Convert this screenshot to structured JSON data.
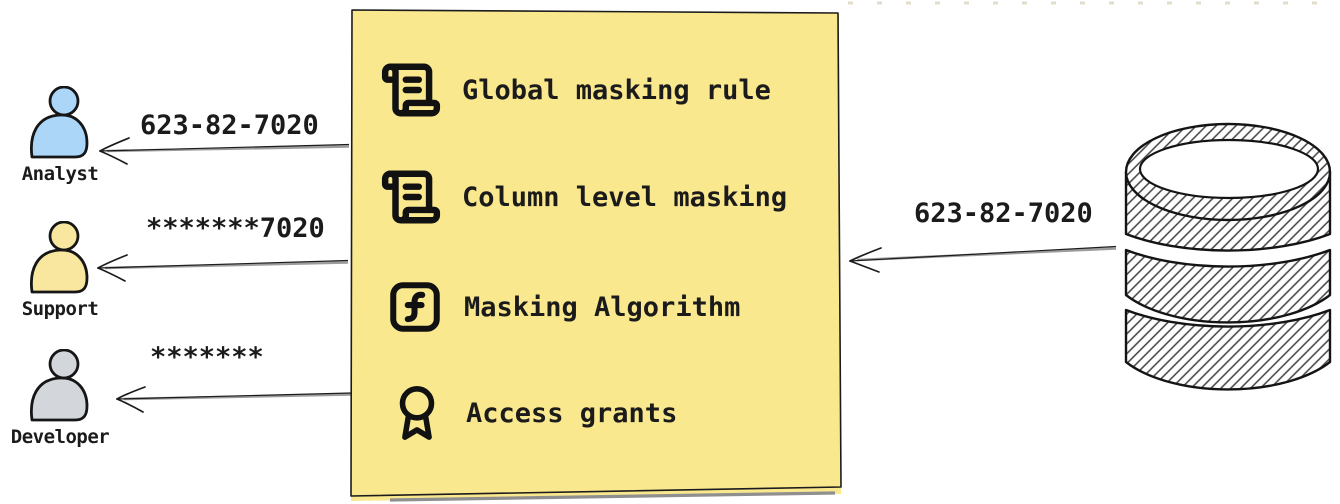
{
  "personas": [
    {
      "name": "Analyst",
      "received_value": "623-82-7020",
      "color": "#abd6f8"
    },
    {
      "name": "Support",
      "received_value": "*******7020",
      "color": "#f9e7a0"
    },
    {
      "name": "Developer",
      "received_value": "*******",
      "color": "#d3d6db"
    }
  ],
  "masking_box": {
    "fill": "#fae88f",
    "items": [
      {
        "icon": "scroll-text-icon",
        "label": "Global masking rule"
      },
      {
        "icon": "scroll-text-icon",
        "label": "Column level masking"
      },
      {
        "icon": "function-square-icon",
        "label": "Masking Algorithm"
      },
      {
        "icon": "award-icon",
        "label": "Access grants"
      }
    ]
  },
  "database": {
    "outgoing_value": "623-82-7020"
  },
  "colors": {
    "outline": "#1a1a1a",
    "text": "#1b1b1b",
    "hatch": "#404040",
    "shadow": "#8f8f8f"
  }
}
